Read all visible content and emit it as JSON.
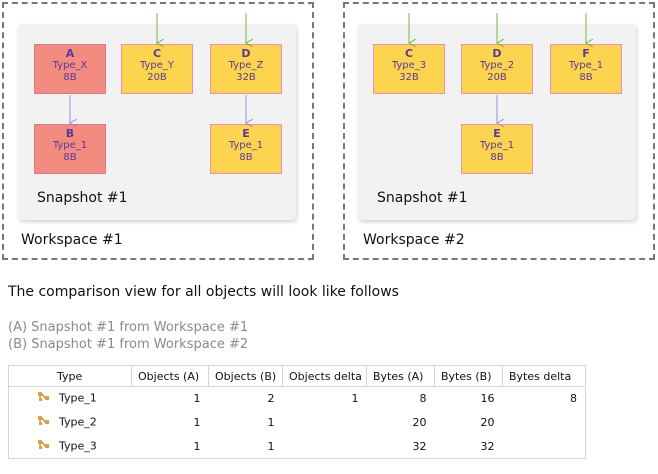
{
  "workspaces": [
    {
      "label": "Workspace #1",
      "snapshot_label": "Snapshot #1",
      "objects": [
        {
          "name": "A",
          "type": "Type_X",
          "size": "8B",
          "color": "#f38b80"
        },
        {
          "name": "B",
          "type": "Type_1",
          "size": "8B",
          "color": "#f38b80"
        },
        {
          "name": "C",
          "type": "Type_Y",
          "size": "20B",
          "color": "#fdd44f"
        },
        {
          "name": "D",
          "type": "Type_Z",
          "size": "32B",
          "color": "#fdd44f"
        },
        {
          "name": "E",
          "type": "Type_1",
          "size": "8B",
          "color": "#fdd44f"
        }
      ]
    },
    {
      "label": "Workspace #2",
      "snapshot_label": "Snapshot #1",
      "objects": [
        {
          "name": "C",
          "type": "Type_3",
          "size": "32B",
          "color": "#fdd44f"
        },
        {
          "name": "D",
          "type": "Type_2",
          "size": "20B",
          "color": "#fdd44f"
        },
        {
          "name": "F",
          "type": "Type_1",
          "size": "8B",
          "color": "#fdd44f"
        },
        {
          "name": "E",
          "type": "Type_1",
          "size": "8B",
          "color": "#fdd44f"
        }
      ]
    }
  ],
  "colors": {
    "root_arrow": "#7cb342",
    "ref_arrow": "#9c8ee0"
  },
  "caption": "The comparison view for all objects will look like follows",
  "legend": {
    "a": "(A) Snapshot #1 from Workspace #1",
    "b": "(B) Snapshot #1 from Workspace #2"
  },
  "table": {
    "headers": [
      "Type",
      "Objects (A)",
      "Objects (B)",
      "Objects delta",
      "Bytes (A)",
      "Bytes (B)",
      "Bytes delta"
    ],
    "row_icon": "type-class-icon",
    "rows": [
      [
        "Type_1",
        "1",
        "2",
        "1",
        "8",
        "16",
        "8"
      ],
      [
        "Type_2",
        "1",
        "1",
        "",
        "20",
        "20",
        ""
      ],
      [
        "Type_3",
        "1",
        "1",
        "",
        "32",
        "32",
        ""
      ]
    ]
  }
}
